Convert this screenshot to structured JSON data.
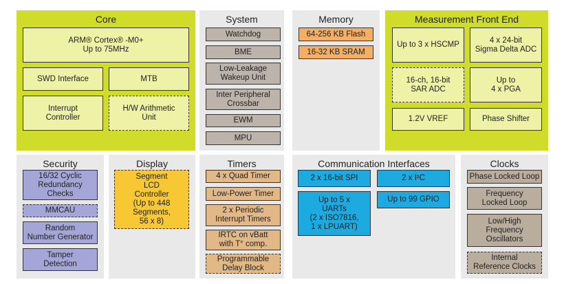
{
  "core": {
    "title": "Core",
    "arm": "ARM® Cortex® -M0+\nUp to 75MHz",
    "swd": "SWD Interface",
    "mtb": "MTB",
    "interrupt": "Interrupt\nController",
    "hw": "H/W Arithmetic\nUnit"
  },
  "system": {
    "title": "System",
    "items": [
      "Watchdog",
      "BME",
      "Low-Leakage\nWakeup Unit",
      "Inter Peripheral\nCrossbar",
      "EWM",
      "MPU"
    ]
  },
  "memory": {
    "title": "Memory",
    "items": [
      "64-256 KB Flash",
      "16-32 KB SRAM"
    ]
  },
  "mfe": {
    "title": "Measurement Front End",
    "hscmp": "Up to 3 x  HSCMP",
    "sigma": "4 x 24-bit\nSigma Delta ADC",
    "sar": "16-ch, 16-bit\nSAR ADC",
    "pga": "Up to\n4 x PGA",
    "vref": "1.2V VREF",
    "phase": "Phase Shifter"
  },
  "security": {
    "title": "Security",
    "items": [
      "16/32 Cyclic\nRedundancy\nChecks",
      "MMCAU",
      "Random\nNumber Generator",
      "Tamper\nDetection"
    ]
  },
  "display": {
    "title": "Display",
    "lcd": "Segment\nLCD\nController\n(Up to 448\nSegments,\n56 x 8)"
  },
  "timers": {
    "title": "Timers",
    "items": [
      "4 x Quad Timer",
      "Low-Power Timer",
      "2 x Periodic\nInterrupt Timers",
      "IRTC on vBatt\nwith T° comp.",
      "Programmable\nDelay Block"
    ]
  },
  "comm": {
    "title": "Communication Interfaces",
    "spi": "2 x 16-bit SPI",
    "i2c": "2 x I²C",
    "uart": "Up to 5 x\nUARTs\n(2 x ISO7816,\n1 x LPUART)",
    "gpio": "Up to 99 GPIO"
  },
  "clocks": {
    "title": "Clocks",
    "items": [
      "Phase Locked Loop",
      "Frequency\nLocked Loop",
      "Low/High\nFrequency\nOscillators",
      "Internal\nReference Clocks"
    ]
  },
  "colors": {
    "lime": "#cfdd2a",
    "panel_grey": "#e9e9e9",
    "core_box": "#eef2a6",
    "system_box": "#bcb4aa",
    "memory_box": "#f5ae62",
    "timer_box": "#e3b887",
    "security_box": "#a4a6d8",
    "display_box": "#f8c834",
    "comm_box": "#1daae0",
    "clock_box": "#b9ad9e"
  }
}
